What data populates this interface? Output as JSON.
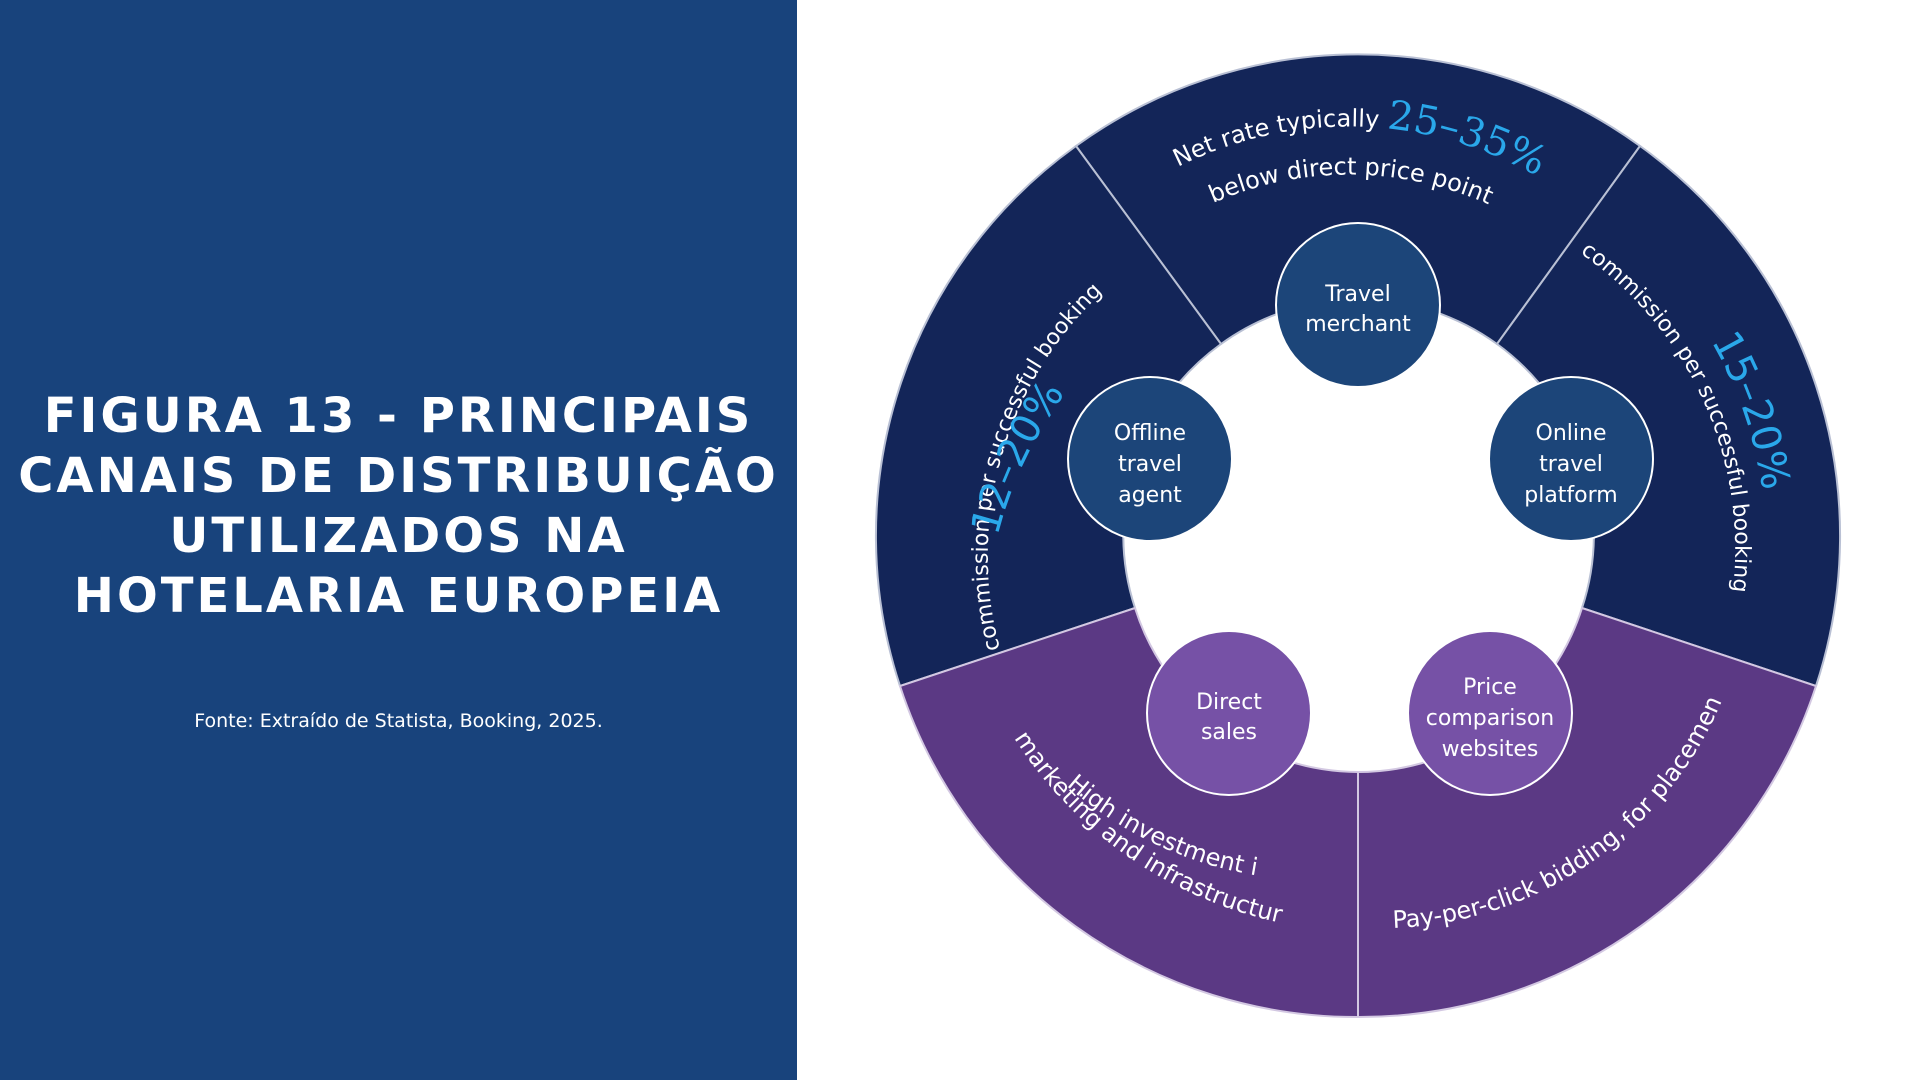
{
  "title": {
    "lines": [
      "Figura 13 - Principais",
      "canais de distribuição",
      "utilizados na",
      "hotelaria europeia"
    ]
  },
  "source": "Fonte: Extraído de Statista, Booking, 2025.",
  "colors": {
    "panel": "#18437c",
    "ring_navy": "#132558",
    "ring_purple": "#5b3984",
    "node_blue": "#1c4579",
    "node_purple": "#7651a6",
    "accent_cyan": "#2aa8ea"
  },
  "diagram": {
    "nodes": {
      "travel_merchant": [
        "Travel",
        "merchant"
      ],
      "offline_agent": [
        "Offline",
        "travel",
        "agent"
      ],
      "online_platform": [
        "Online",
        "travel",
        "platform"
      ],
      "direct_sales": [
        "Direct",
        "sales"
      ],
      "price_comparison": [
        "Price",
        "comparison",
        "websites"
      ]
    },
    "segments": {
      "top": {
        "line1_prefix": "Net rate typically ",
        "line1_value": "25–35%",
        "line2": "below direct price point"
      },
      "left": {
        "value": "12–20%",
        "text": "commission per successful booking"
      },
      "right": {
        "value": "15–20%",
        "text": "commission per successful booking"
      },
      "bottom_left": {
        "line1": "High investment in",
        "line2": "marketing and infrastructure"
      },
      "bottom_right": {
        "text": "Pay-per-click bidding, for placement"
      }
    }
  }
}
